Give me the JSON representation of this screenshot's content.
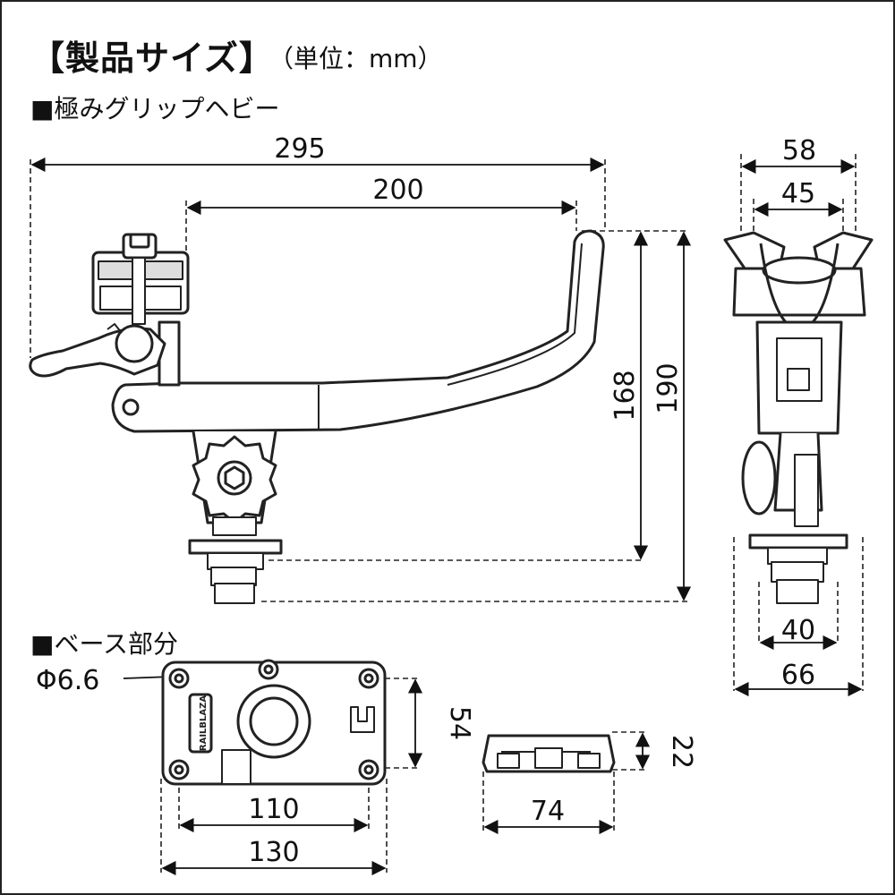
{
  "header": {
    "title": "【製品サイズ】",
    "unit": "（単位：mm）"
  },
  "sections": {
    "product": "■極みグリップヘビー",
    "base": "■ベース部分"
  },
  "dimensions": {
    "overall_length": "295",
    "arm_length": "200",
    "height_to_base": "168",
    "overall_height": "190",
    "top_width": "58",
    "inner_width": "45",
    "bottom_width_small": "40",
    "bottom_width": "66",
    "hole_diameter": "Φ6.6",
    "base_depth": "54",
    "hole_spacing": "110",
    "base_length": "130",
    "base_height": "22",
    "base_side_width": "74"
  },
  "logo_text": "RAILBLAZA",
  "colors": {
    "line": "#222222",
    "fill": "#ffffff"
  }
}
